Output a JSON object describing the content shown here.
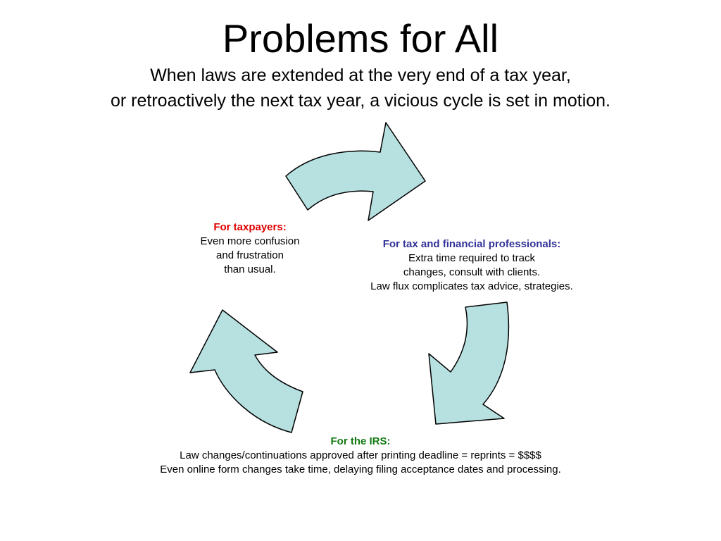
{
  "slide": {
    "title": "Problems for All",
    "subtitle_line1": "When laws are extended at the very end of a tax year,",
    "subtitle_line2": "or retroactively the next tax year, a vicious cycle is set in motion."
  },
  "cycle": {
    "arrow_fill": "#b7e0e0",
    "arrow_stroke": "#000000",
    "taxpayers": {
      "heading": "For taxpayers:",
      "heading_color": "#e00000",
      "lines": [
        "Even more confusion",
        "and frustration",
        "than usual."
      ]
    },
    "professionals": {
      "heading": "For tax and financial professionals:",
      "heading_color": "#333399",
      "lines": [
        "Extra time required to track",
        "changes, consult with clients.",
        "Law flux complicates tax advice, strategies."
      ]
    },
    "irs": {
      "heading": "For the IRS:",
      "heading_color": "#137a13",
      "lines": [
        "Law changes/continuations approved after printing deadline = reprints = $$$$",
        "Even online form changes take time, delaying filing acceptance dates and processing."
      ]
    }
  }
}
